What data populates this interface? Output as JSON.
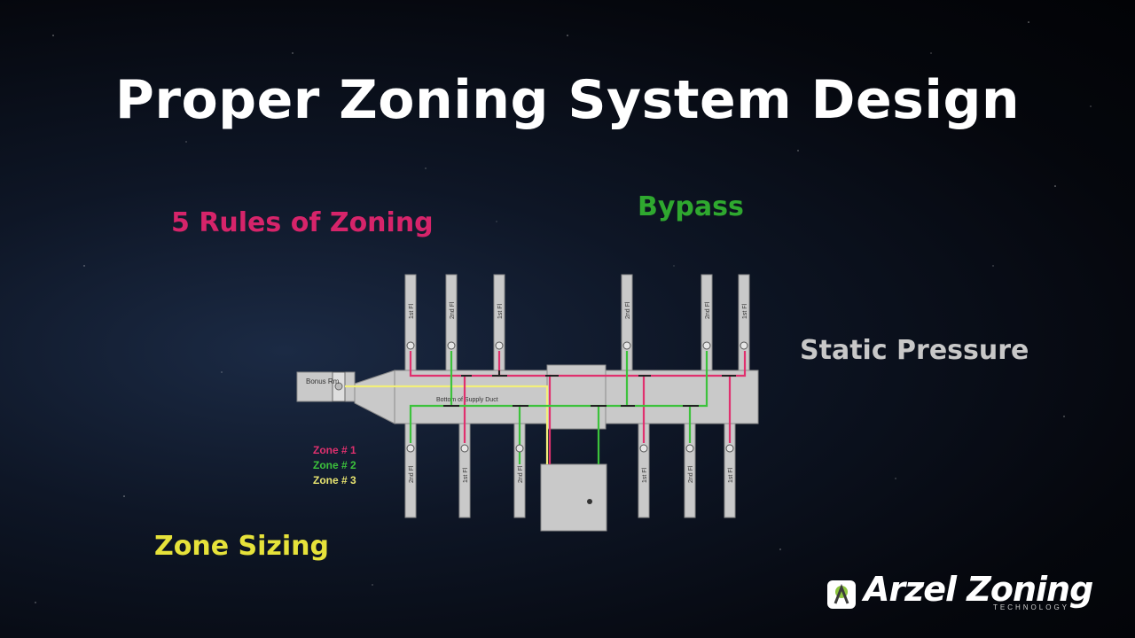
{
  "title": "Proper Zoning System Design",
  "labels": {
    "rules": {
      "text": "5 Rules of Zoning",
      "color": "#d6246a"
    },
    "bypass": {
      "text": "Bypass",
      "color": "#2fa82f"
    },
    "static": {
      "text": "Static Pressure",
      "color": "#c8c8c8"
    },
    "sizing": {
      "text": "Zone Sizing",
      "color": "#e6e23a"
    }
  },
  "diagram": {
    "bonus_room": "Bonus Rm",
    "bottom_label": "Bottom of Supply Duct",
    "legend": [
      {
        "text": "Zone # 1",
        "color": "#e0306e"
      },
      {
        "text": "Zone # 2",
        "color": "#3cc23c"
      },
      {
        "text": "Zone # 3",
        "color": "#e8e470"
      }
    ],
    "top_branches": [
      "1st Fl",
      "2nd Fl",
      "1st Fl",
      "2nd Fl",
      "2nd Fl",
      "1st Fl"
    ],
    "bottom_branches": [
      "2nd Fl",
      "1st Fl",
      "2nd Fl",
      "1st Fl",
      "2nd Fl",
      "1st Fl"
    ]
  },
  "logo": {
    "name": "Arzel Zoning",
    "tagline": "TECHNOLOGY"
  },
  "colors": {
    "background": "#05070d",
    "duct": "#c9c9c9",
    "duct_stroke": "#8a8a8a"
  }
}
